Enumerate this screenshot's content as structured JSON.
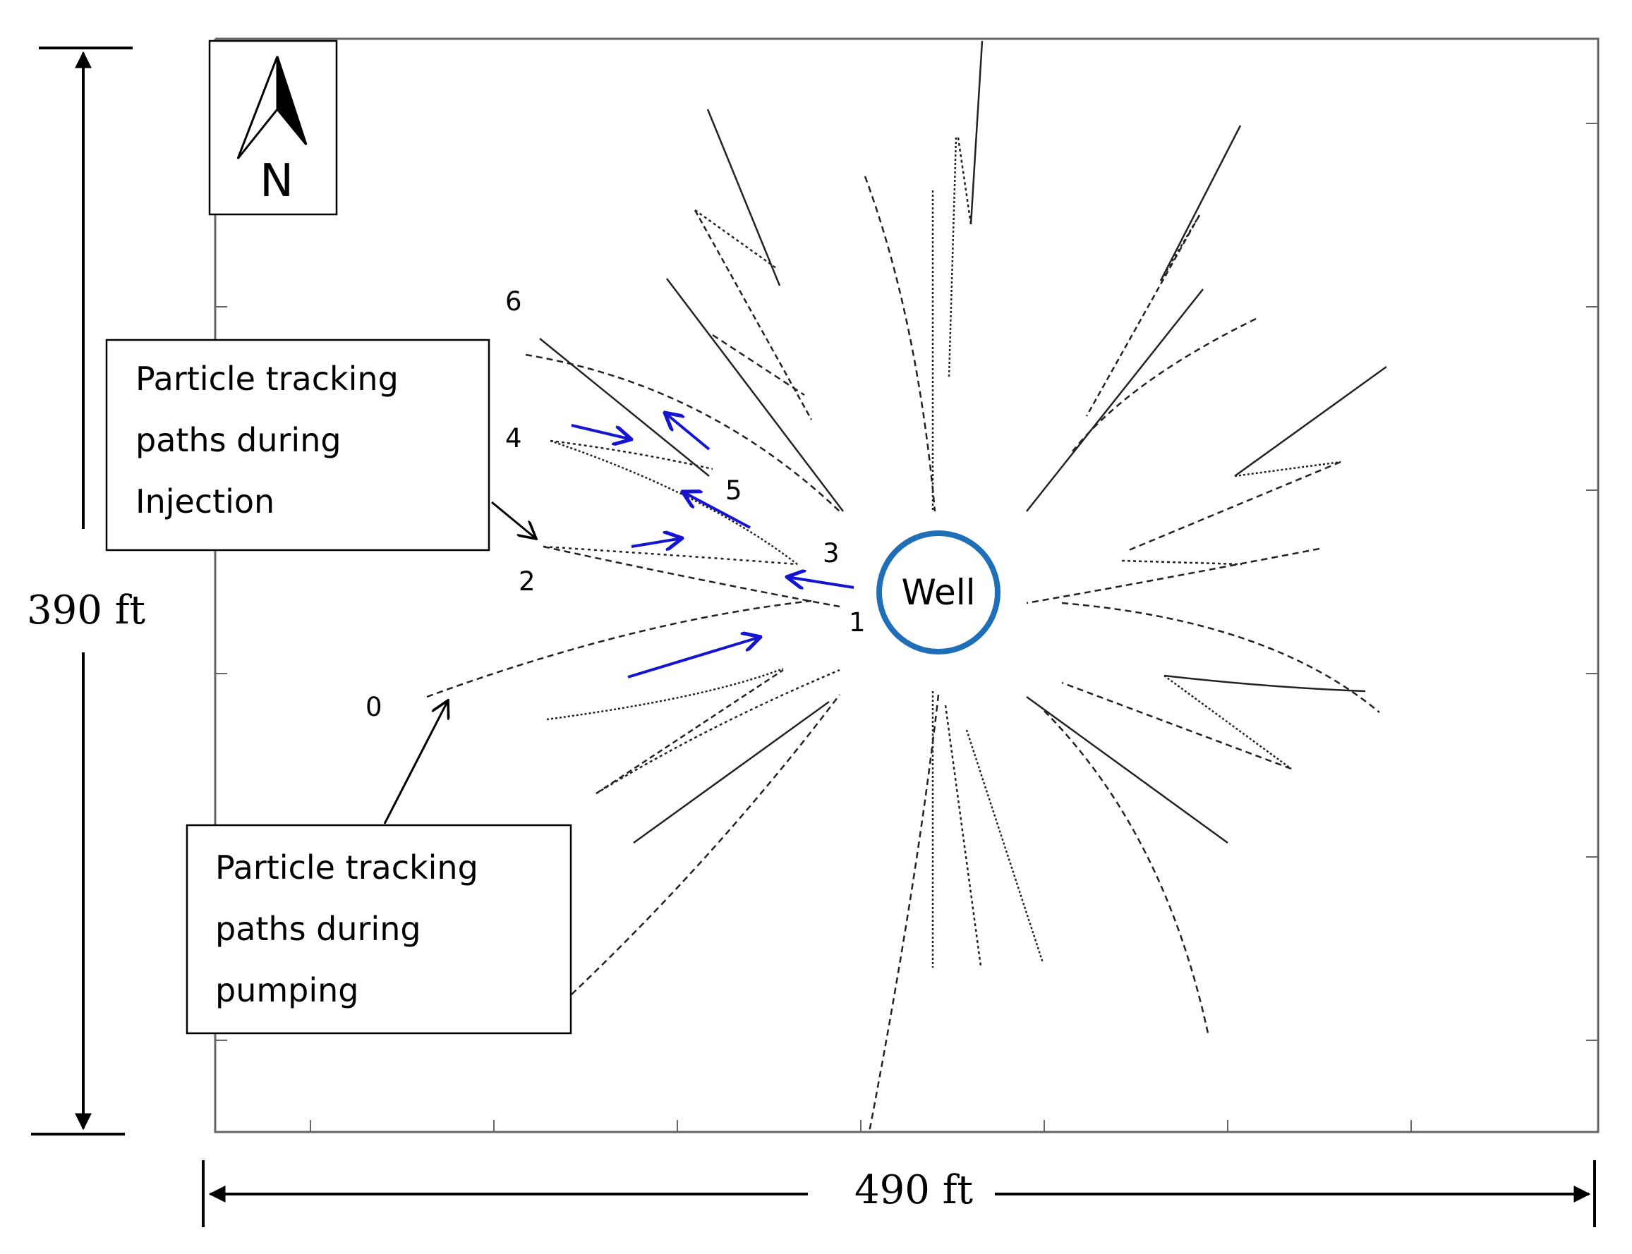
{
  "north": {
    "label": "N"
  },
  "well": {
    "label": "Well",
    "color": "#1f6fb8"
  },
  "dimensions": {
    "height_label": "390 ft",
    "width_label": "490 ft"
  },
  "callouts": {
    "injection": {
      "lines": [
        "Particle tracking",
        "paths during",
        "Injection"
      ]
    },
    "pumping": {
      "lines": [
        "Particle tracking",
        "paths during",
        "pumping"
      ]
    }
  },
  "path_labels": [
    "0",
    "1",
    "2",
    "3",
    "4",
    "5",
    "6"
  ],
  "colors": {
    "flow_arrow": "#1414d2",
    "path": "#222222",
    "frame": "#555555"
  }
}
